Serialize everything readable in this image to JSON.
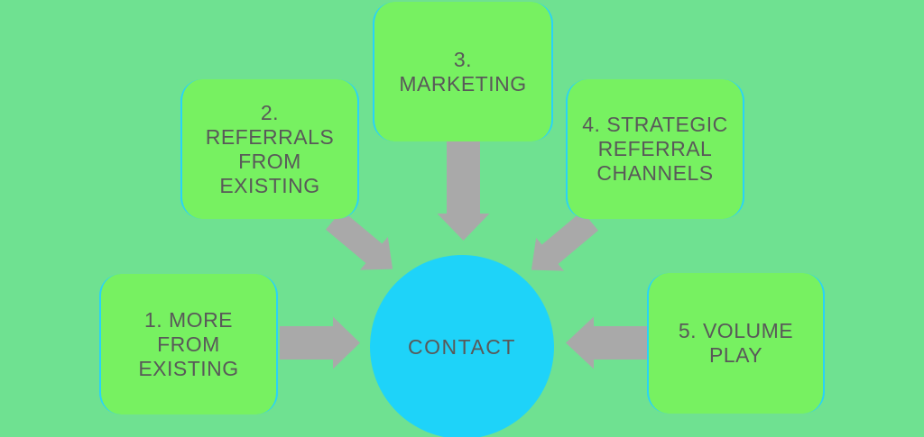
{
  "colors": {
    "background": "#6FE191",
    "box": "#77F161",
    "boxEdge": "#29D3F7",
    "circleFill": "#1ED3F9",
    "arrow": "#A9A9A9",
    "text": "#595959"
  },
  "diagram": {
    "center": {
      "label": "CONTACT"
    },
    "nodes": [
      {
        "label": "1. MORE\nFROM\nEXISTING"
      },
      {
        "label": "2.\nREFERRALS\nFROM\nEXISTING"
      },
      {
        "label": "3.\nMARKETING"
      },
      {
        "label": "4. STRATEGIC\nREFERRAL\nCHANNELS"
      },
      {
        "label": "5. VOLUME\nPLAY"
      }
    ],
    "arrows": [
      {
        "from": "1. MORE FROM EXISTING",
        "to": "CONTACT",
        "direction": "right"
      },
      {
        "from": "2. REFERRALS FROM EXISTING",
        "to": "CONTACT",
        "direction": "down-right"
      },
      {
        "from": "3. MARKETING",
        "to": "CONTACT",
        "direction": "down"
      },
      {
        "from": "4. STRATEGIC REFERRAL CHANNELS",
        "to": "CONTACT",
        "direction": "down-left"
      },
      {
        "from": "5. VOLUME PLAY",
        "to": "CONTACT",
        "direction": "left"
      }
    ]
  }
}
